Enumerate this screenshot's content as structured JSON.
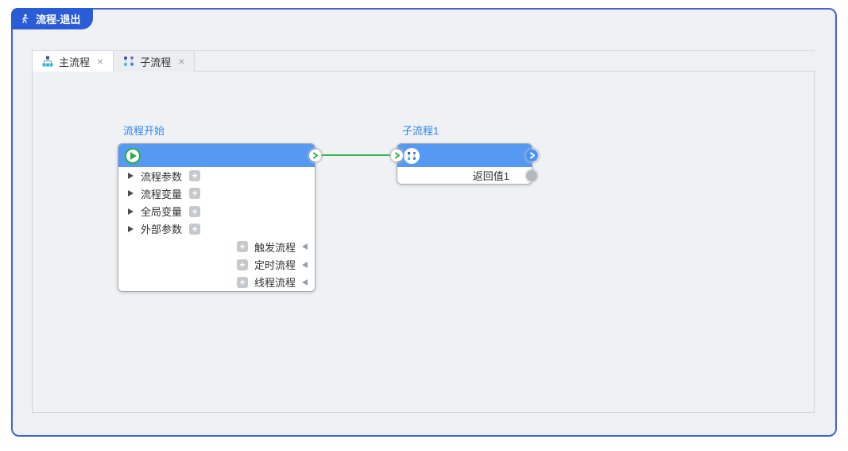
{
  "ui": {
    "close_glyph": "×",
    "plus_glyph": "+"
  },
  "badge": {
    "label": "流程-退出",
    "icon": "walking-person-icon"
  },
  "tabs": [
    {
      "label": "主流程",
      "icon": "org-chart-icon",
      "active": true
    },
    {
      "label": "子流程",
      "icon": "subflow-dots-icon",
      "active": false
    }
  ],
  "canvas": {
    "nodes": [
      {
        "title": "流程开始",
        "type": "start",
        "icon": "play-icon",
        "param_rows": [
          "流程参数",
          "流程变量",
          "全局变量",
          "外部参数"
        ],
        "flow_rows": [
          "触发流程",
          "定时流程",
          "线程流程"
        ]
      },
      {
        "title": "子流程1",
        "type": "subflow",
        "icon": "subflow-dots-icon",
        "output_rows": [
          "返回值1"
        ]
      }
    ],
    "connection": {
      "from": "流程开始",
      "to": "子流程1",
      "color": "#3cb850"
    }
  },
  "colors": {
    "accent_blue": "#2a5cd7",
    "node_header_blue": "#5599f3",
    "title_blue": "#2e86ea",
    "link_green": "#3cb850"
  }
}
